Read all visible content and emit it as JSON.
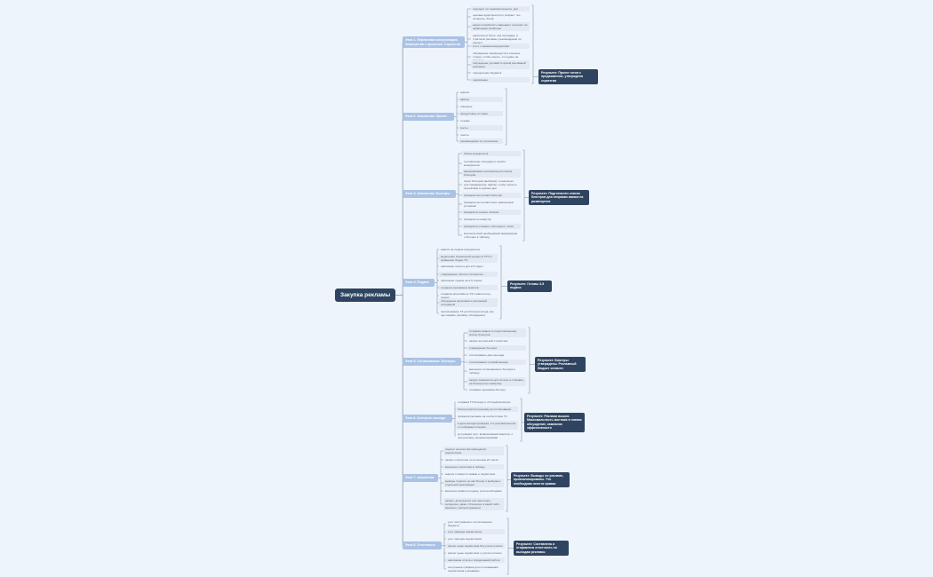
{
  "root": {
    "label": "Закупка рекламы"
  },
  "stages": [
    {
      "title": "Этап 1. Первичная консультация. Знакомство с проектом. Стратегия",
      "items": [
        "подходит ли тематика проекта, для",
        "целевая аудитория (пол, возраст, гео, интересы, боли)",
        "какую потребность закрывает и решает ли заявленная проблема",
        "насколько в блоге, как площадке, в стратегии рекламы, рекомендации по проекту",
        "кто и с какими конкурентами",
        "обсуждение преимуществ и сильных сторон, чтобы понять, что нужно на рекламе",
        "обсуждение условий и сроков рекламной компании",
        "определение бюджета",
        "подписание"
      ],
      "result": "Результат: Проект готов к продвижению, утверждена стратегия"
    },
    {
      "title": "Этап 2. Аналитика. Проект",
      "items": [
        "анализ",
        "аватар",
        "описание",
        "продуктовые истории",
        "отзывы",
        "посты",
        "тексты",
        "рекомендации по улучшению"
      ],
      "result": ""
    },
    {
      "title": "Этап 3. Аналитика. Блогеры",
      "items": [
        "Обзор конкурентов",
        "составление площадок и записи конкурентов",
        "формирование критериев для поиска блогеров",
        "поиск блогеров (выборка), и насколько для продвижения, аватар, чтобы попасть на рекламу в нужные дни",
        "проверка на соответствие ЦА",
        "проверка на соответствие заявленным условиям",
        "проверка в черных списках",
        "проверка по накрутку",
        "проверка в отзывах о блогерах и чатах",
        "внесение всей необходимой информации о блогере в таблицу"
      ],
      "result": "Результат: Подготовлен список блогеров для отправки заявок на размещение"
    },
    {
      "title": "Этап 4. Подача",
      "items": [
        "анализ на подача конкурентов",
        "выделение Уникальной ценности УТП и сравнение Лидер-ТЗ",
        "написание гипотез для 2-5 подач",
        "утверждение гипотез с Клиентом",
        "написание подачи на 2-5 этапах",
        "создание рекламных макетов",
        "создание креативного ТЗ и макета под подачу",
        "обсуждение креативов и рекламной площадкой",
        "прописывание ТЗ для блогера (когда, как, где снимать рекламу, обсуждение)"
      ],
      "result": "Результат: Готовы 3-5 подачи"
    },
    {
      "title": "Этап 5. Согласование. Блогеры",
      "items": [
        "отправка заявок по подготовленному списку блогеров",
        "запрос актуальной статистики",
        "утверждение блогера",
        "согласование даты выхода",
        "согласование условий выхода",
        "внесение согласованного блогера в таблицу",
        "запрос реквизитов для оплаты и отправка на блогера или заказчику",
        "отправка черновика блогеру"
      ],
      "result": "Результат: Блогеры утверждены. Рекламный бюджет оплачен"
    },
    {
      "title": "Этап 6. Контроль выхода",
      "items": [
        "отправка ТЗ блогеру и об предпросмотре",
        "блогер прислал рекламу на согласование",
        "проверка рекламы на соответствие ТЗ",
        "в день выхода проверка, что реклама вышла и отображается верно",
        "до реакции пост, всевозможный монитор, о чем рекламу, проанализирован"
      ],
      "result": "Результат: Реклама вышла. Максимальность монтажа в планах обсуждение, кампания эффективности"
    },
    {
      "title": "Этап 7. Аналитика",
      "items": [
        "подсчет количества пришедших подписчиков",
        "запрос статистики по истечении 24 часов",
        "внесение статистики в таблицу",
        "анализ стоимости заявки и подписчика",
        "выводы 'хорошо' не как блогер и выборка к отдельной реализации",
        "внесение правок в подачу, если необходимо",
        "запрос, допускается или настолько интересно, даже с блогером, в какой либо формате, распространения"
      ],
      "result": "Результат: Выводы по рекламе, проанализированы. Что необходимо внести правки"
    },
    {
      "title": "Этап 8. Отчетность",
      "items": [
        "учет поступившего и исполненного бюджета",
        "учет привода подписчиков",
        "учет прихода подписчиков",
        "расчет цены подписчика без учета отписок",
        "расчет цены подписчика с учетом отписок",
        "написание отчета о проделанной работе",
        "построение графика для отслеживания подписчиков в динамике"
      ],
      "result": "Результат: Составлена и отправлена отчетность по выходам рекламы"
    }
  ]
}
